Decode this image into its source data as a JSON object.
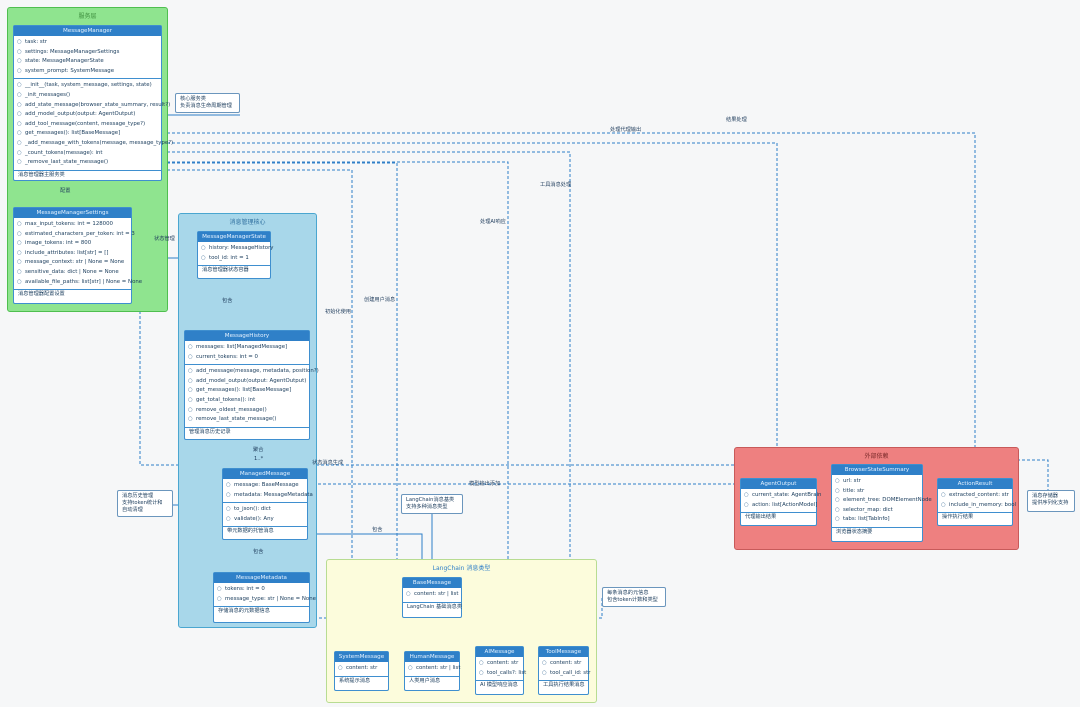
{
  "colors": {
    "green_fill": "#8fe48f",
    "green_border": "#4fbf4f",
    "blue_fill": "#a8d7ea",
    "blue_border": "#4aa6d0",
    "yellow_fill": "#fcfcdc",
    "yellow_border": "#b8dc92",
    "red_fill": "#ee8080",
    "red_border": "#c85a5a",
    "class_header": "#2f80c8",
    "wire": "#2f7fc8"
  },
  "packages": {
    "service": {
      "title": "服务层"
    },
    "core": {
      "title": "消息管理核心"
    },
    "langchain": {
      "title": "LangChain 消息类型"
    },
    "external": {
      "title": "外部依赖"
    }
  },
  "classes": {
    "message_manager": {
      "name": "MessageManager",
      "attrs": [
        "task: str",
        "settings: MessageManagerSettings",
        "state: MessageManagerState",
        "system_prompt: SystemMessage"
      ],
      "methods": [
        "__init__(task, system_message, settings, state)",
        "_init_messages()",
        "add_state_message(browser_state_summary, result?)",
        "add_model_output(output: AgentOutput)",
        "add_tool_message(content, message_type?)",
        "get_messages(): list[BaseMessage]",
        "_add_message_with_tokens(message, message_type?)",
        "_count_tokens(message): int",
        "_remove_last_state_message()"
      ],
      "footer": "消息管理器主服务类"
    },
    "settings": {
      "name": "MessageManagerSettings",
      "attrs": [
        "max_input_tokens: int = 128000",
        "estimated_characters_per_token: int = 3",
        "image_tokens: int = 800",
        "include_attributes: list[str] = []",
        "message_context: str | None = None",
        "sensitive_data: dict | None = None",
        "available_file_paths: list[str] | None = None"
      ],
      "footer": "消息管理器配置设置"
    },
    "state": {
      "name": "MessageManagerState",
      "attrs": [
        "history: MessageHistory",
        "tool_id: int = 1"
      ],
      "footer": "消息管理器状态容器"
    },
    "history": {
      "name": "MessageHistory",
      "attrs": [
        "messages: list[ManagedMessage]",
        "current_tokens: int = 0"
      ],
      "methods": [
        "add_message(message, metadata, position?)",
        "add_model_output(output: AgentOutput)",
        "get_messages(): list[BaseMessage]",
        "get_total_tokens(): int",
        "remove_oldest_message()",
        "remove_last_state_message()"
      ],
      "footer": "管理消息历史记录"
    },
    "managed": {
      "name": "ManagedMessage",
      "attrs": [
        "message: BaseMessage",
        "metadata: MessageMetadata"
      ],
      "methods": [
        "to_json(): dict",
        "validate(): Any"
      ],
      "footer": "带元数据的托管消息"
    },
    "metadata": {
      "name": "MessageMetadata",
      "attrs": [
        "tokens: int = 0",
        "message_type: str | None = None"
      ],
      "footer": "存储消息的元数据信息"
    },
    "base": {
      "name": "BaseMessage",
      "attrs": [
        "content: str | list"
      ],
      "footer": "LangChain 基础消息类"
    },
    "system": {
      "name": "SystemMessage",
      "attrs": [
        "content: str"
      ],
      "footer": "系统提示消息"
    },
    "human": {
      "name": "HumanMessage",
      "attrs": [
        "content: str | list"
      ],
      "footer": "人类用户消息"
    },
    "ai": {
      "name": "AIMessage",
      "attrs": [
        "content: str",
        "tool_calls?: list"
      ],
      "footer": "AI 模型响应消息"
    },
    "tool": {
      "name": "ToolMessage",
      "attrs": [
        "content: str",
        "tool_call_id: str"
      ],
      "footer": "工具执行结果消息"
    },
    "agent_output": {
      "name": "AgentOutput",
      "attrs": [
        "current_state: AgentBrain",
        "action: list[ActionModel]"
      ],
      "footer": "代理输出结果"
    },
    "browser_state": {
      "name": "BrowserStateSummary",
      "attrs": [
        "url: str",
        "title: str",
        "element_tree: DOMElementNode",
        "selector_map: dict",
        "tabs: list[TabInfo]"
      ],
      "footer": "浏览器状态摘要"
    },
    "action_result": {
      "name": "ActionResult",
      "attrs": [
        "extracted_content: str",
        "include_in_memory: bool"
      ],
      "footer": "操作执行结果"
    }
  },
  "notes": {
    "core_service": [
      "核心服务类",
      "负责消息生命周期管理"
    ],
    "history_note": [
      "消息历史管理",
      "支持token统计和",
      "自动清理"
    ],
    "langchain_note": [
      "LangChain消息基类",
      "支持多种消息类型"
    ],
    "metadata_note": [
      "每条消息的元信息",
      "包含token计数和类型"
    ],
    "serializer_note": [
      "消息存储器",
      "提供序列化支持"
    ]
  },
  "labels": {
    "config": "配置",
    "state_mgmt": "状态管理",
    "contains1": "包含",
    "contains2": "包含",
    "aggregate": "聚合",
    "multiplicity": "1..*",
    "contains3": "包含",
    "init_use": "初始化使用",
    "create_user": "创建用户消息",
    "state_gen": "状态消息生成",
    "model_out": "模型输出添加",
    "ai_resp": "处理AI响应",
    "tool_msg": "工具消息处理",
    "agent_out": "处理代理输出",
    "result_proc": "结果处理"
  }
}
